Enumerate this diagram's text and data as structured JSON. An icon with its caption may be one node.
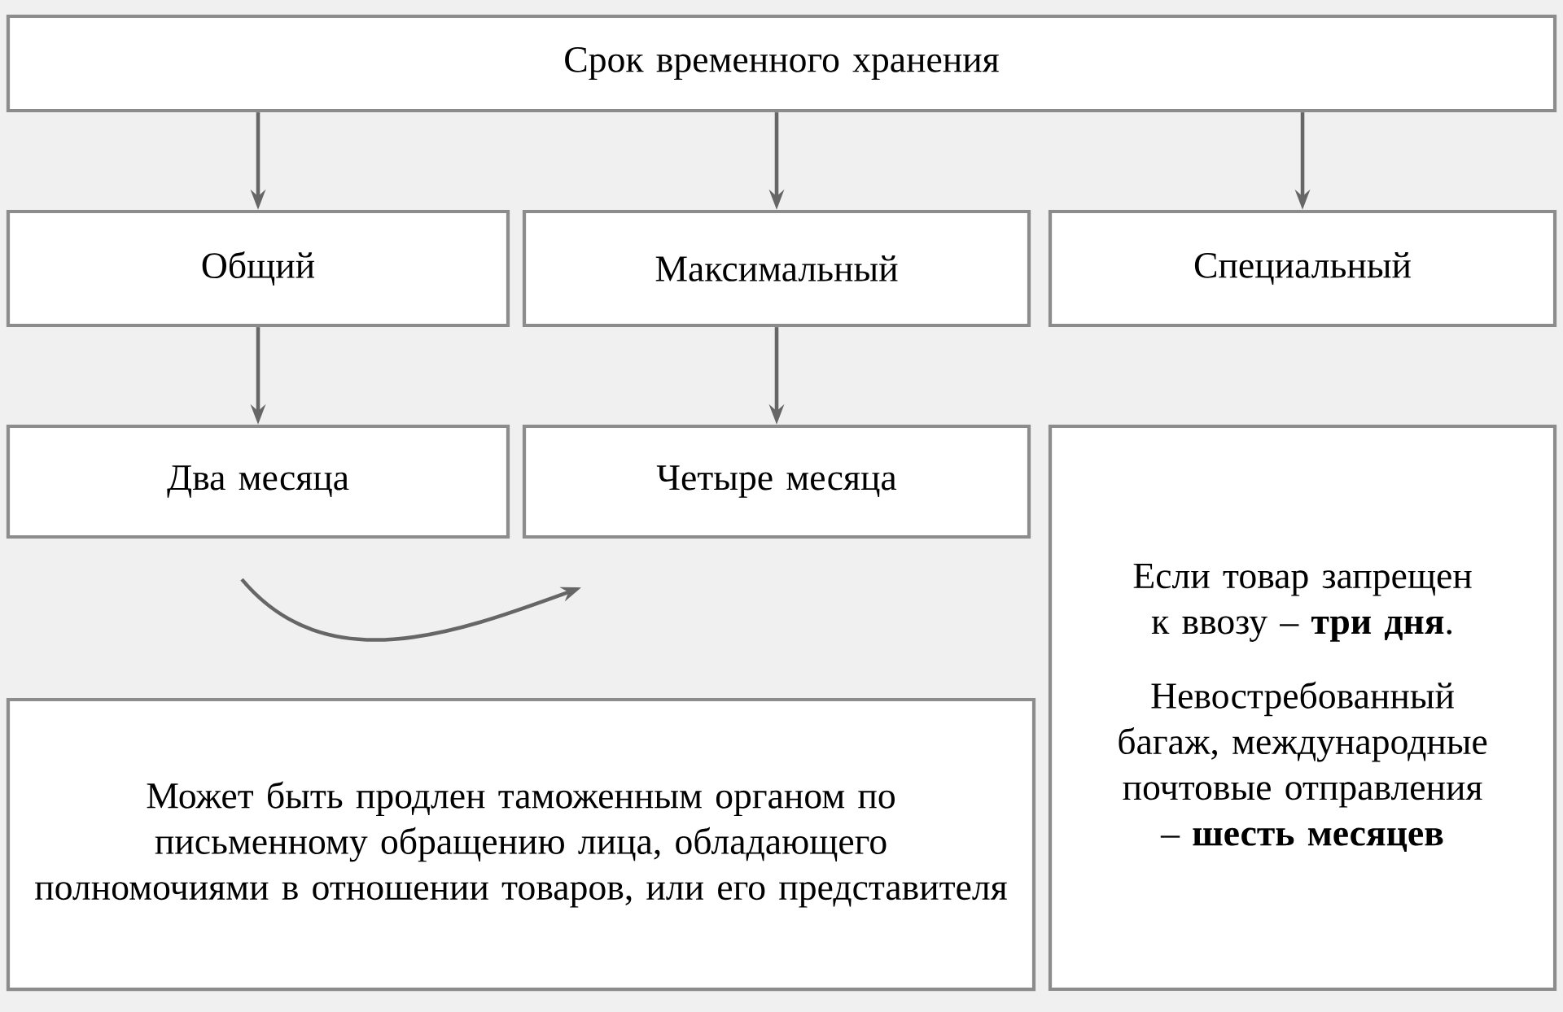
{
  "diagram": {
    "nodes": [
      {
        "text": [
          "Срок временного хранения"
        ]
      },
      {
        "text": [
          "Общий"
        ]
      },
      {
        "text": [
          "Максимальный"
        ]
      },
      {
        "text": [
          "Специальный"
        ]
      },
      {
        "text": [
          "Два месяца"
        ]
      },
      {
        "text": [
          "Четыре месяца"
        ]
      },
      {
        "text": [
          "Если товар запрещен к ввозу – **три дня**.",
          "Невостребованный багаж, международные почтовые отправления – **шесть месяцев**"
        ]
      },
      {
        "text": [
          "Может быть продлен таможенным органом по письменному обращению лица, обладающего полномочиями в отношении товаров, или его представителя"
        ]
      }
    ],
    "edges": [
      {
        "from": 0,
        "to": 1,
        "arrow": "to"
      },
      {
        "from": 0,
        "to": 2,
        "arrow": "to"
      },
      {
        "from": 0,
        "to": 3,
        "arrow": "to"
      },
      {
        "from": 1,
        "to": 4,
        "arrow": "to"
      },
      {
        "from": 2,
        "to": 5,
        "arrow": "to"
      },
      {
        "from": 4,
        "to": 5,
        "arrow": "to"
      }
    ]
  }
}
